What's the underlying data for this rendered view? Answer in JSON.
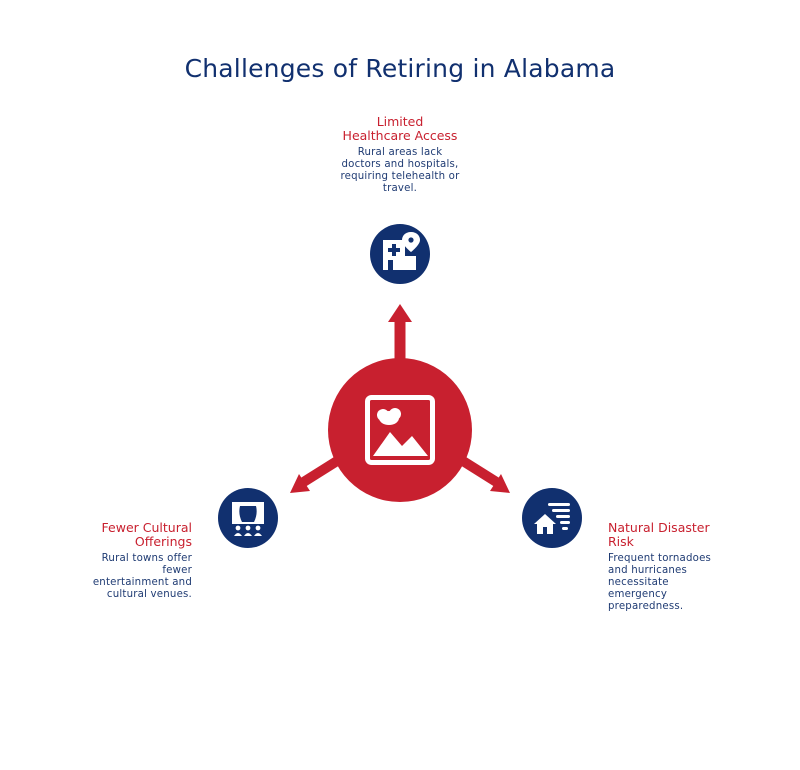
{
  "title": "Challenges of Retiring in Alabama",
  "colors": {
    "navy": "#11306f",
    "red": "#c8202f",
    "text": "#1f3b73"
  },
  "center": {
    "icon": "image-placeholder-icon"
  },
  "items": [
    {
      "heading_line1": "Limited",
      "heading_line2": "Healthcare Access",
      "description": [
        "Rural areas lack",
        "doctors and hospitals,",
        "requiring telehealth or",
        "travel."
      ],
      "icon": "hospital-location-icon"
    },
    {
      "heading_line1": "Fewer Cultural",
      "heading_line2": "Offerings",
      "description": [
        "Rural towns offer",
        "fewer",
        "entertainment and",
        "cultural venues."
      ],
      "icon": "theater-stage-icon"
    },
    {
      "heading_line1": "Natural Disaster",
      "heading_line2": "Risk",
      "description": [
        "Frequent tornadoes",
        "and hurricanes",
        "necessitate",
        "emergency",
        "preparedness."
      ],
      "icon": "house-wind-icon"
    }
  ]
}
